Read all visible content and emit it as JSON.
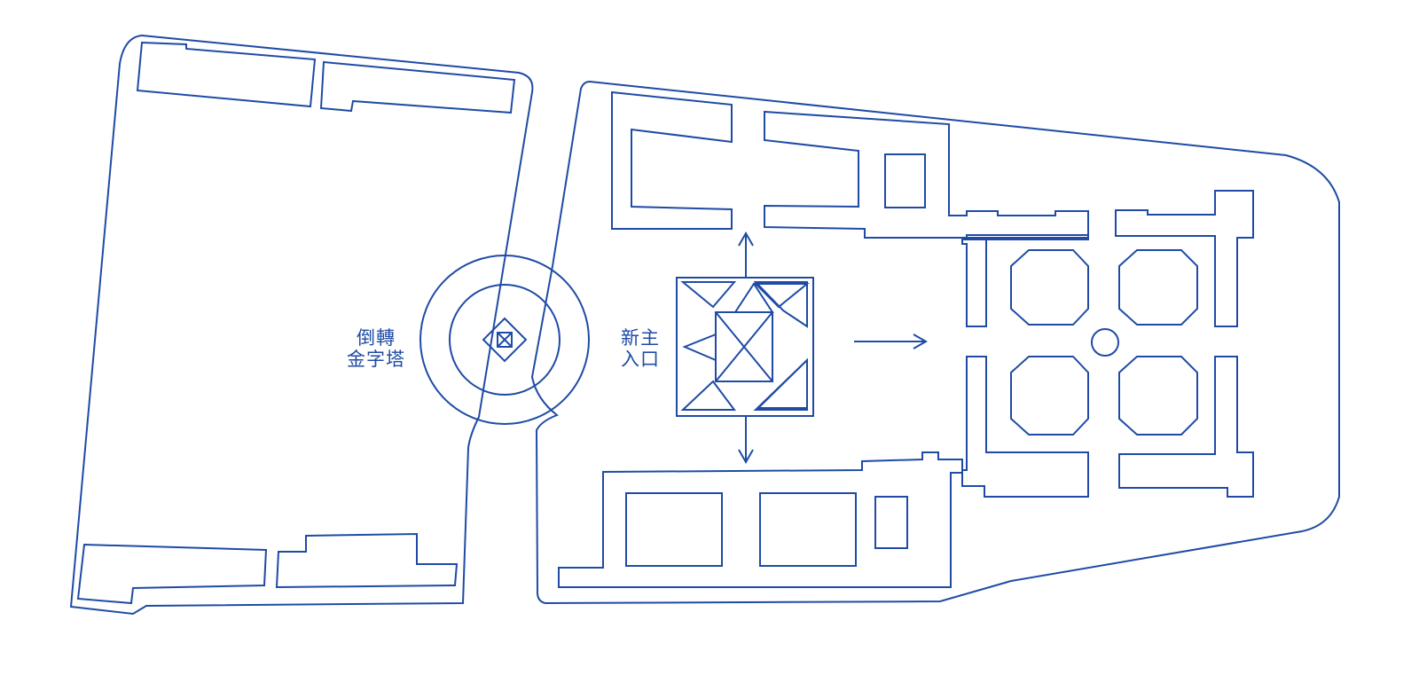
{
  "map": {
    "stroke_color": "#1f4ba5",
    "background": "#ffffff"
  },
  "labels": {
    "inverted_pyramid": {
      "line1": "倒轉",
      "line2": "金字塔"
    },
    "new_main_entrance": {
      "line1": "新主",
      "line2": "入口"
    }
  },
  "icons": {
    "inverted_pyramid_symbol": "square-with-diagonals-in-diamond",
    "direction_arrows": [
      "arrow-up",
      "arrow-down",
      "arrow-right"
    ]
  }
}
